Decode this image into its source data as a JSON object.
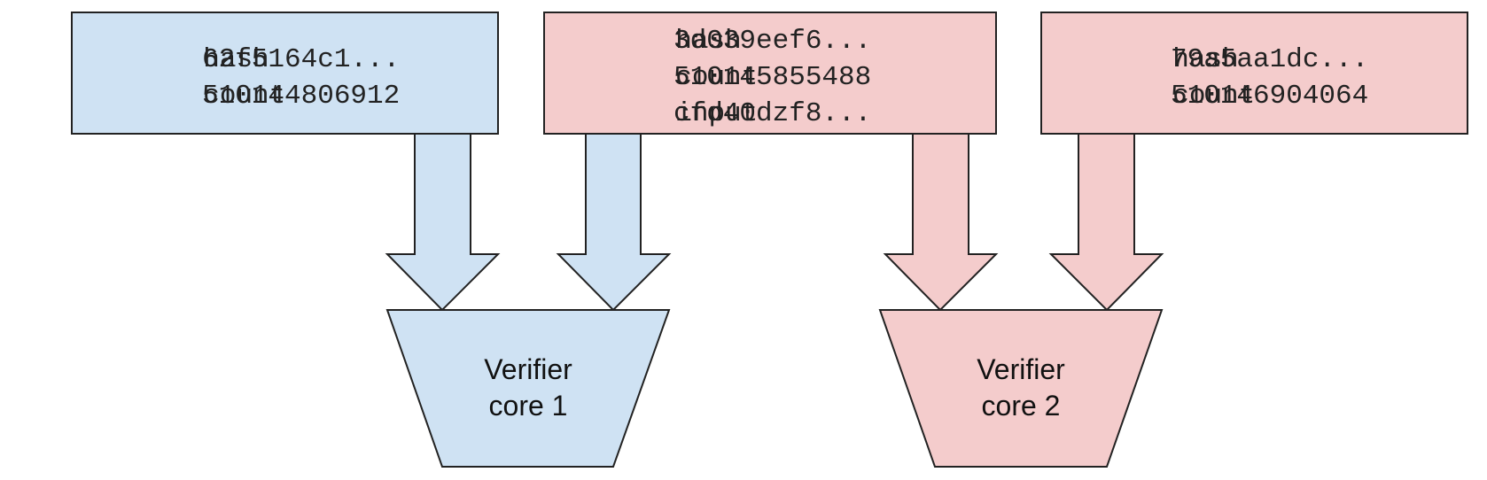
{
  "colors": {
    "blue": "#cfe2f3",
    "red": "#f4cccc"
  },
  "boxes": [
    {
      "color": "blue",
      "lines": [
        {
          "key": "hash",
          "value": "62f5164c1..."
        },
        {
          "key": "count",
          "value": "510144806912"
        }
      ]
    },
    {
      "color": "red",
      "lines": [
        {
          "key": "hash",
          "value": "3d039eef6..."
        },
        {
          "key": "count",
          "value": "510145855488"
        },
        {
          "key": "input",
          "value": "cfd40dzf8..."
        }
      ]
    },
    {
      "color": "red",
      "lines": [
        {
          "key": "hash",
          "value": "79a5aa1dc..."
        },
        {
          "key": "count",
          "value": "510146904064"
        }
      ]
    }
  ],
  "cores": [
    {
      "line1": "Verifier",
      "line2": "core 1",
      "color": "blue"
    },
    {
      "line1": "Verifier",
      "line2": "core 2",
      "color": "red"
    }
  ],
  "arrows": [
    {
      "from_box": 0,
      "to_core": 0,
      "color": "blue"
    },
    {
      "from_box": 1,
      "to_core": 0,
      "color": "blue"
    },
    {
      "from_box": 1,
      "to_core": 1,
      "color": "red"
    },
    {
      "from_box": 2,
      "to_core": 1,
      "color": "red"
    }
  ]
}
